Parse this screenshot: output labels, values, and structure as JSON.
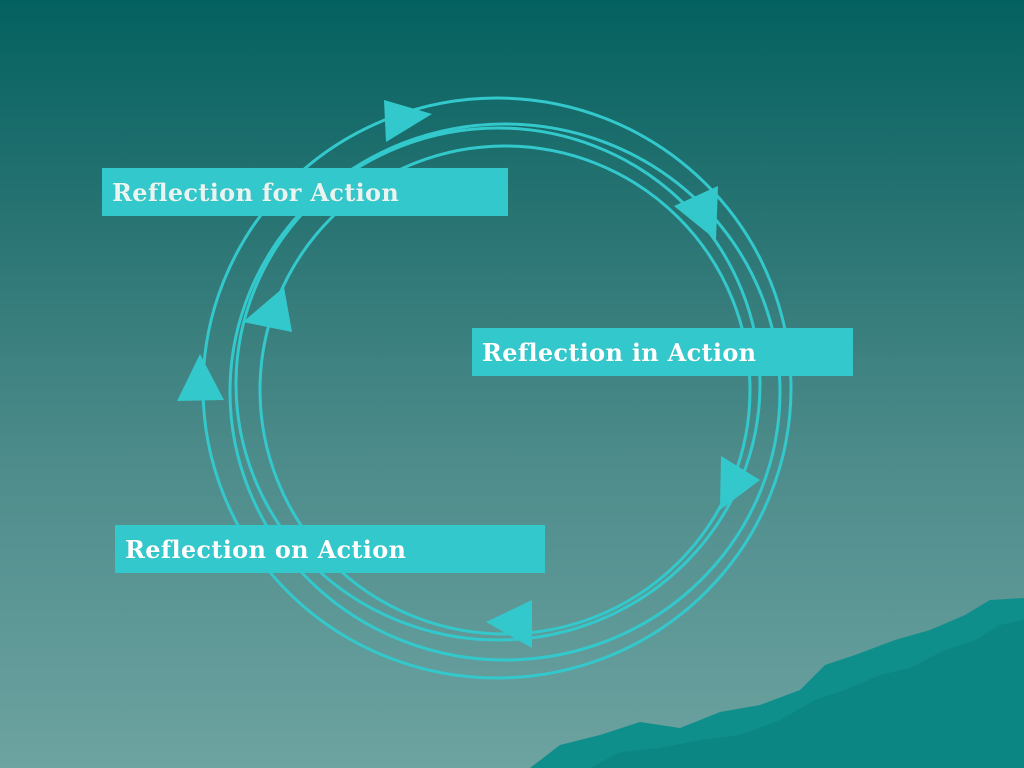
{
  "diagram": {
    "labels": {
      "reflection_for": "Reflection for Action",
      "reflection_in": "Reflection in Action",
      "reflection_on": "Reflection on Action"
    },
    "colors": {
      "cycle": "#33c9cc",
      "label_background": "#33c9cc",
      "label_text": "#ffffff",
      "mountain": "#0f8f8c"
    }
  }
}
